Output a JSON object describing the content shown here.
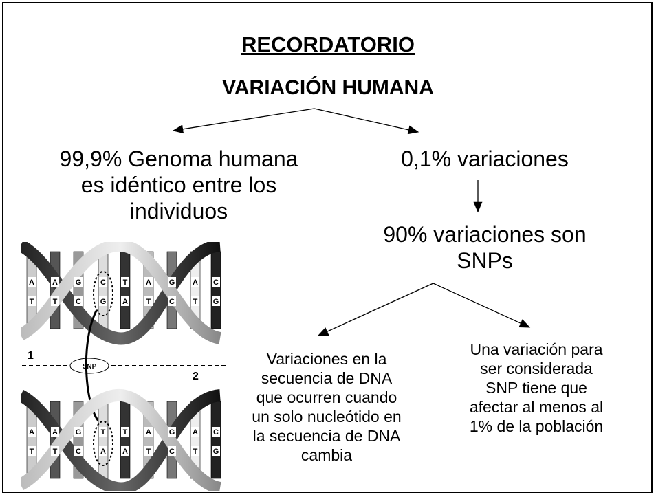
{
  "title": "RECORDATORIO",
  "subtitle": "VARIACIÓN HUMANA",
  "left_branch": [
    "99,9% Genoma humana",
    "es idéntico entre los",
    "individuos"
  ],
  "right_branch": "0,1% variaciones",
  "snp_share": [
    "90% variaciones son",
    "SNPs"
  ],
  "snp_definition": [
    "Variaciones en la",
    "secuencia de DNA",
    "que ocurren cuando",
    "un solo nucleótido en",
    "la secuencia de DNA",
    "cambia"
  ],
  "snp_threshold": [
    "Una variación para",
    "ser considerada",
    "SNP tiene que",
    "afectar al menos al",
    "1% de la población"
  ],
  "figure": {
    "snp_label": "SNP",
    "strand1_label": "1",
    "strand2_label": "2",
    "top_bases_upper": [
      "A",
      "A",
      "G",
      "C",
      "T",
      "A",
      "G",
      "A",
      "C"
    ],
    "top_bases_lower": [
      "T",
      "T",
      "C",
      "G",
      "A",
      "T",
      "C",
      "T",
      "G"
    ],
    "bottom_bases_upper": [
      "A",
      "A",
      "G",
      "T",
      "T",
      "A",
      "G",
      "A",
      "C"
    ],
    "bottom_bases_lower": [
      "T",
      "T",
      "C",
      "A",
      "A",
      "T",
      "C",
      "T",
      "G"
    ]
  }
}
